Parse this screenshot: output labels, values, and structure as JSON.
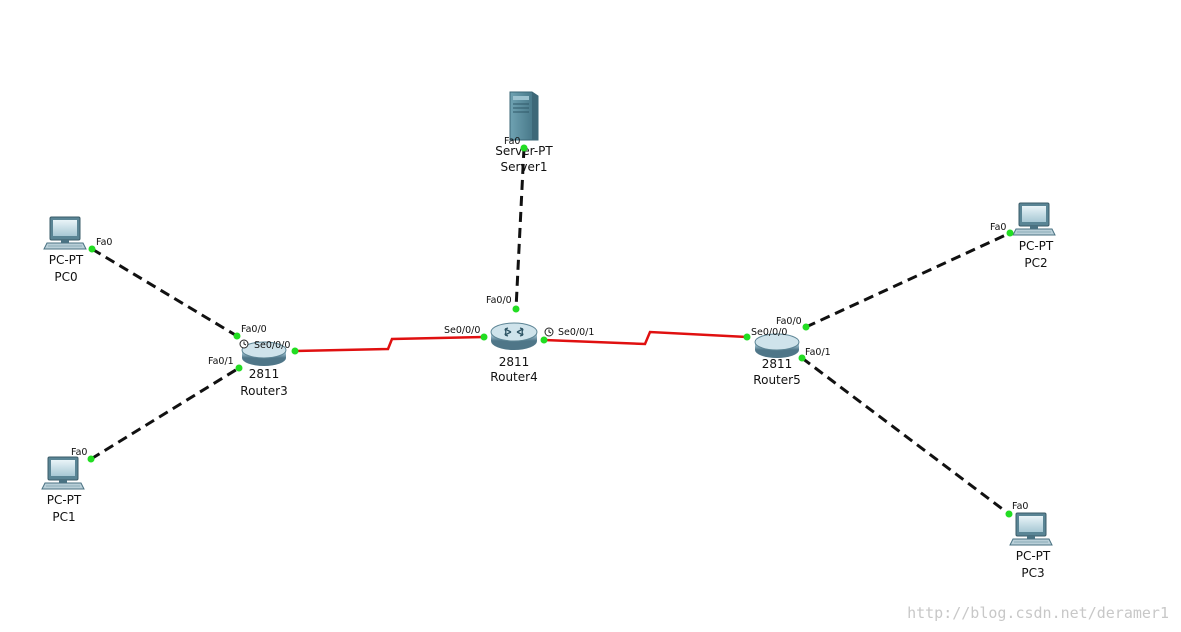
{
  "devices": {
    "server1": {
      "model": "Server-PT",
      "name": "Server1"
    },
    "router3": {
      "model": "2811",
      "name": "Router3"
    },
    "router4": {
      "model": "2811",
      "name": "Router4"
    },
    "router5": {
      "model": "2811",
      "name": "Router5"
    },
    "pc0": {
      "model": "PC-PT",
      "name": "PC0"
    },
    "pc1": {
      "model": "PC-PT",
      "name": "PC1"
    },
    "pc2": {
      "model": "PC-PT",
      "name": "PC2"
    },
    "pc3": {
      "model": "PC-PT",
      "name": "PC3"
    }
  },
  "ports": {
    "server1_fa0": "Fa0",
    "pc0_fa0": "Fa0",
    "pc1_fa0": "Fa0",
    "pc2_fa0": "Fa0",
    "pc3_fa0": "Fa0",
    "r3_fa00": "Fa0/0",
    "r3_fa01": "Fa0/1",
    "r3_se000": "Se0/0/0",
    "r4_fa00": "Fa0/0",
    "r4_se000": "Se0/0/0",
    "r4_se001": "Se0/0/1",
    "r5_fa00": "Fa0/0",
    "r5_fa01": "Fa0/1",
    "r5_se000": "Se0/0/0"
  },
  "colors": {
    "ethernet_link": "#111111",
    "serial_link": "#e01010",
    "link_up_dot": "#22dd22"
  },
  "watermark": "http://blog.csdn.net/deramer1"
}
